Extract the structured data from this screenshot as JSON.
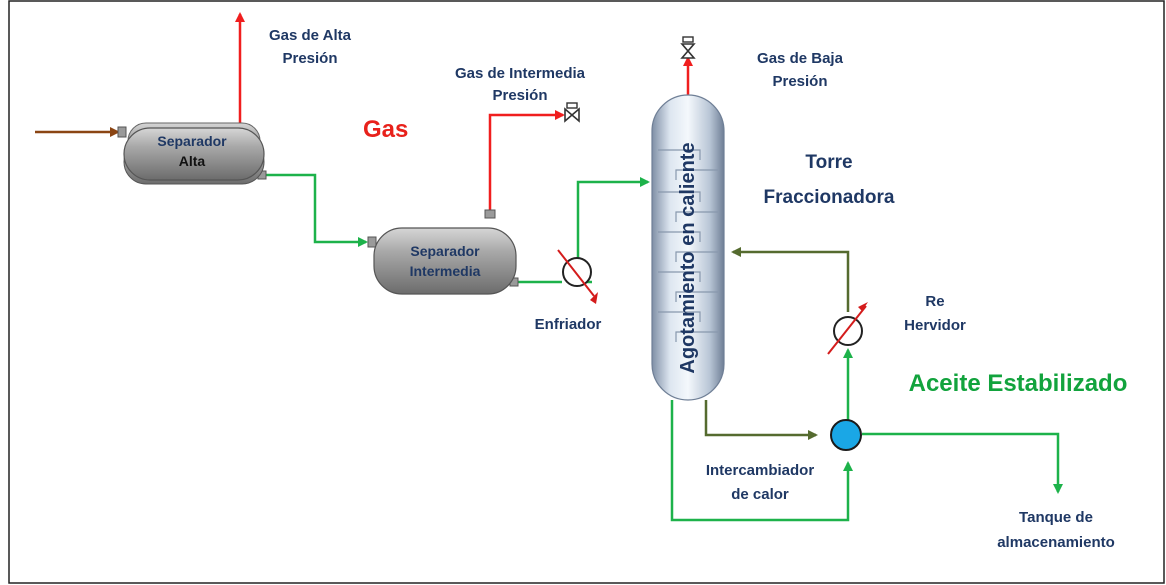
{
  "labels": {
    "gas_alta": [
      "Gas de Alta",
      "Presión"
    ],
    "gas_intermedia": [
      "Gas de Intermedia",
      "Presión"
    ],
    "gas_baja": [
      "Gas de Baja",
      "Presión"
    ],
    "gas": "Gas",
    "torre": [
      "Torre",
      "Fraccionadora"
    ],
    "re_hervidor": [
      "Re",
      "Hervidor"
    ],
    "aceite": "Aceite Estabilizado",
    "enfriador": "Enfriador",
    "intercambiador": [
      "Intercambiador",
      "de calor"
    ],
    "tanque": [
      "Tanque de",
      "almacenamiento"
    ]
  },
  "equipment": {
    "sep_alta": [
      "Separador",
      "Alta"
    ],
    "sep_intermedia": [
      "Separador",
      "Intermedia"
    ],
    "column_text": "Agotamiento en caliente"
  },
  "colors": {
    "gas_line": "#f01e1e",
    "oil_line": "#1db24a",
    "reflux_line": "#556b2f",
    "feed_line": "#8b4513",
    "exchanger_fill": "#1aa7e6",
    "label_navy": "#1f3864"
  }
}
